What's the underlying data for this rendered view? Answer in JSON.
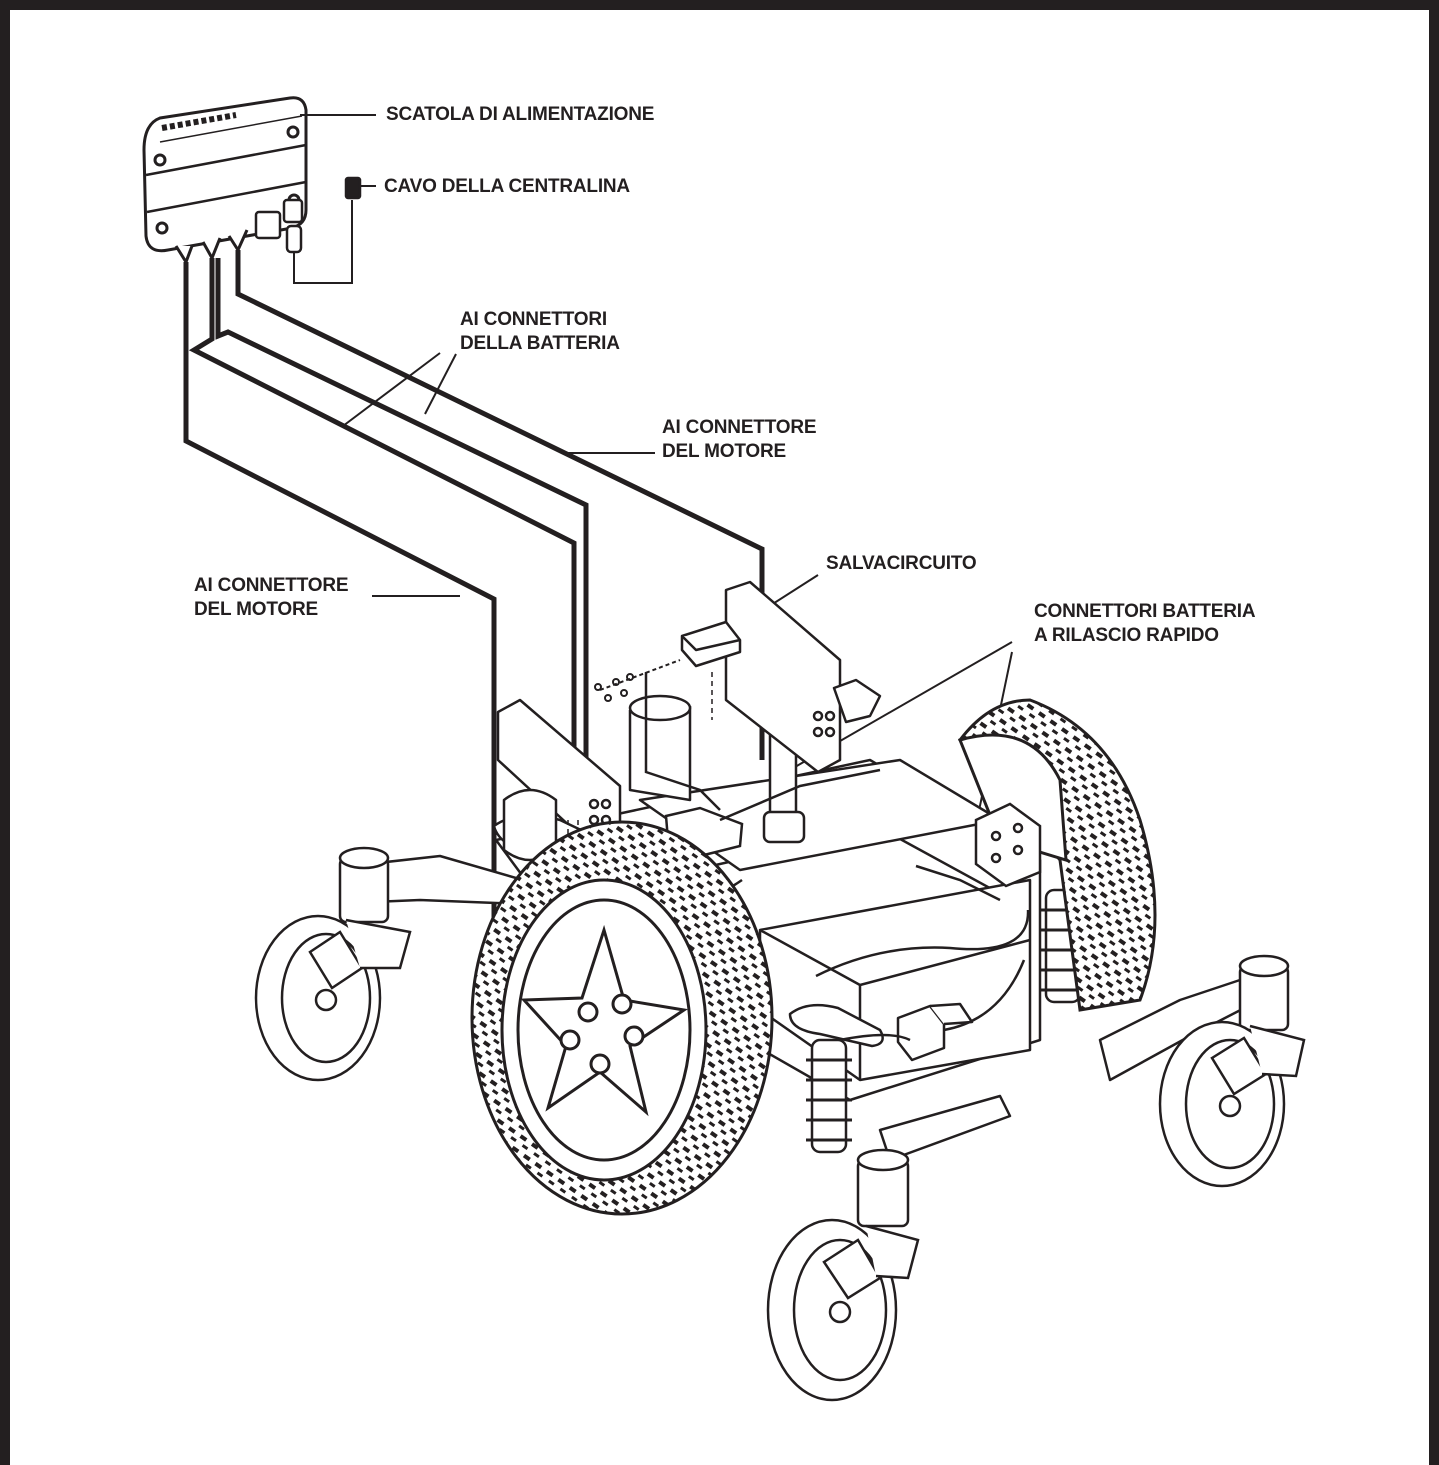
{
  "colors": {
    "ink": "#231f20",
    "paper": "#ffffff"
  },
  "labels": {
    "power_box": "SCATOLA DI ALIMENTAZIONE",
    "controller_cable": "CAVO DELLA CENTRALINA",
    "battery_connectors": {
      "line1": "AI CONNETTORI",
      "line2": "DELLA BATTERIA"
    },
    "motor_connector_right": {
      "line1": "AI CONNETTORE",
      "line2": "DEL MOTORE"
    },
    "motor_connector_left": {
      "line1": "AI CONNETTORE",
      "line2": "DEL MOTORE"
    },
    "circuit_breaker": "SALVACIRCUITO",
    "quick_release": {
      "line1": "CONNETTORI BATTERIA",
      "line2": "A RILASCIO RAPIDO"
    }
  }
}
